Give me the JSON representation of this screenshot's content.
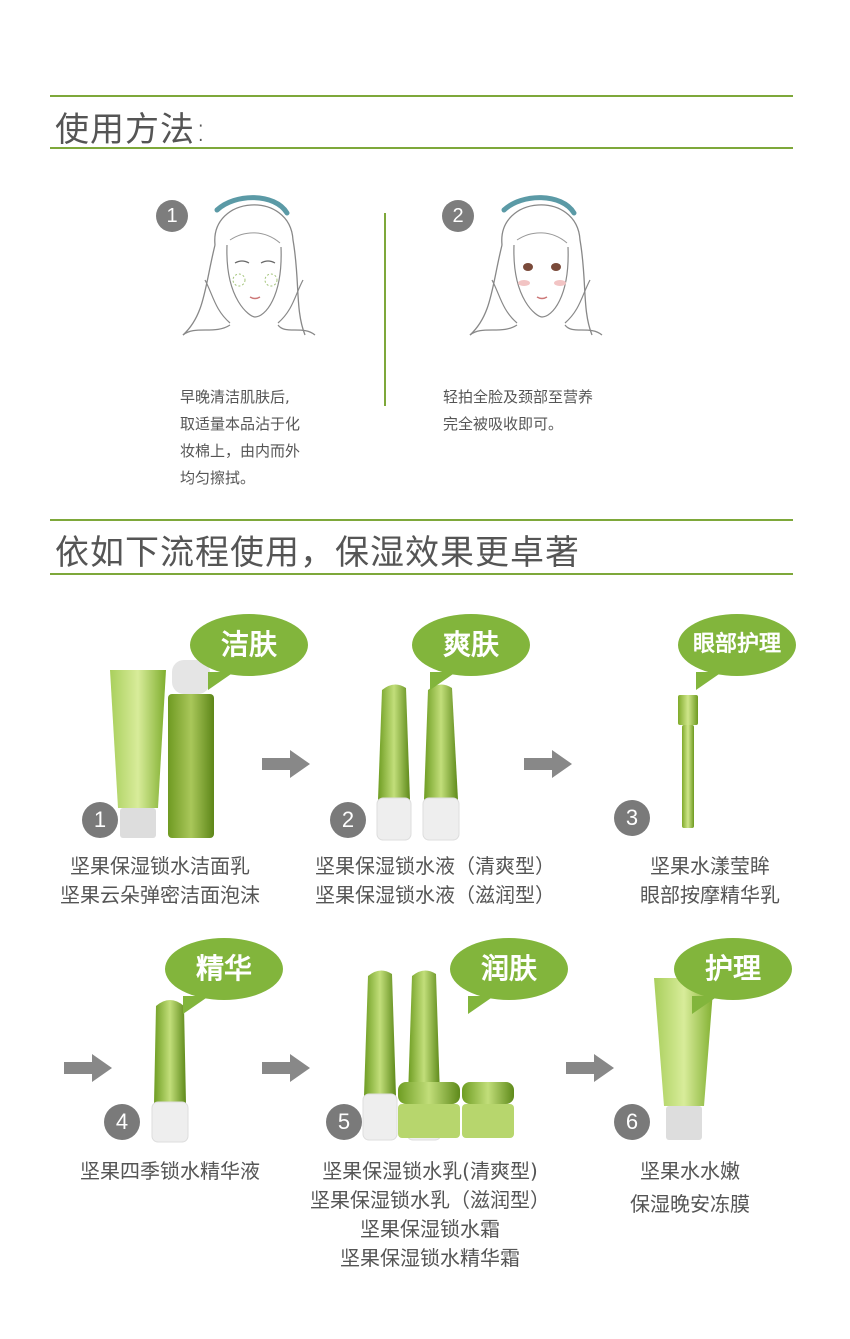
{
  "usage": {
    "title": "使用方法:",
    "step1": {
      "num": "1",
      "lines": [
        "早晚清洁肌肤后,",
        "取适量本品沾于化",
        "妆棉上，由内而外",
        "均匀擦拭。"
      ]
    },
    "step2": {
      "num": "2",
      "lines": [
        "轻拍全脸及颈部至营养",
        "完全被吸收即可。"
      ]
    }
  },
  "process": {
    "title": "依如下流程使用，保湿效果更卓著",
    "steps": [
      {
        "num": "1",
        "badge": "洁肤",
        "lines": [
          "坚果保湿锁水洁面乳",
          "坚果云朵弹密洁面泡沫"
        ]
      },
      {
        "num": "2",
        "badge": "爽肤",
        "lines": [
          "坚果保湿锁水液（清爽型）",
          "坚果保湿锁水液（滋润型）"
        ]
      },
      {
        "num": "3",
        "badge": "眼部护理",
        "lines": [
          "坚果水漾莹眸",
          "眼部按摩精华乳"
        ]
      },
      {
        "num": "4",
        "badge": "精华",
        "lines": [
          "坚果四季锁水精华液"
        ]
      },
      {
        "num": "5",
        "badge": "润肤",
        "lines": [
          "坚果保湿锁水乳(清爽型)",
          "坚果保湿锁水乳（滋润型）",
          "坚果保湿锁水霜",
          "坚果保湿锁水精华霜"
        ]
      },
      {
        "num": "6",
        "badge": "护理",
        "lines": [
          "坚果水水嫩",
          "保湿晚安冻膜"
        ]
      }
    ]
  },
  "colors": {
    "accent": "#7ea83a",
    "badge": "#82b53c",
    "text": "#555555",
    "circle": "#7a7a7a"
  },
  "icons": [
    "face-cleansing-illustration",
    "face-patting-illustration",
    "arrow-right-icon"
  ]
}
